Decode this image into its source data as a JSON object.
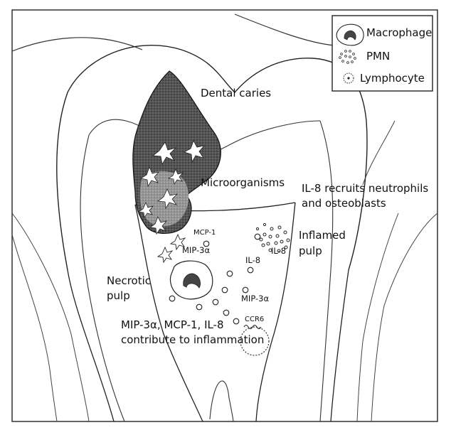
{
  "legend": {
    "macrophage": "Macrophage",
    "pmn": "PMN",
    "lymphocyte": "Lymphocyte"
  },
  "labels": {
    "dental_caries": "Dental caries",
    "microorganisms": "Microorganisms",
    "il8_recruits_line1": "IL-8 recruits neutrophils",
    "il8_recruits_line2": "and osteoblasts",
    "inflamed_pulp_line1": "Inflamed",
    "inflamed_pulp_line2": "pulp",
    "necrotic_pulp_line1": "Necrotic",
    "necrotic_pulp_line2": "pulp",
    "contribute_line1": "MIP-3α, MCP-1, IL-8",
    "contribute_line2": "contribute to inflammation",
    "mcp1": "MCP-1",
    "mip3a_upper": "MIP-3α",
    "il8_right": "IL-8",
    "il8_left": "IL-8",
    "mip3a_lower": "MIP-3α",
    "ccr6": "CCR6"
  }
}
